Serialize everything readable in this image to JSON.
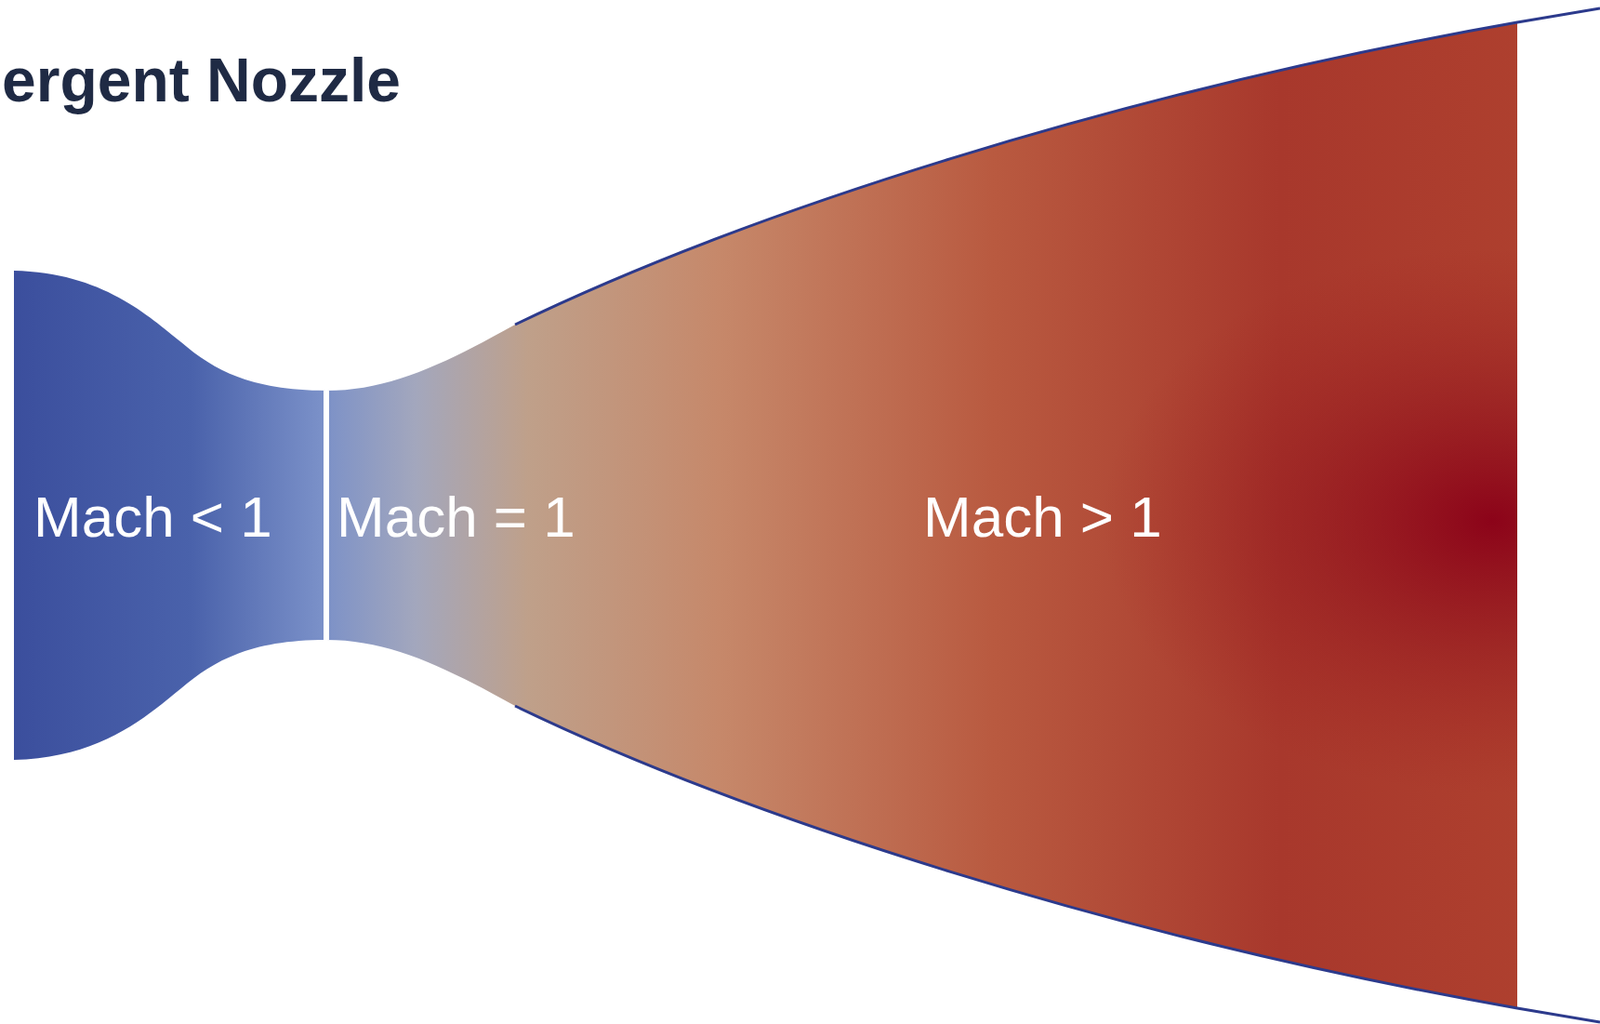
{
  "diagram": {
    "title": "ergent Nozzle",
    "labels": [
      "Mach < 1",
      "Mach = 1",
      "Mach > 1"
    ]
  }
}
